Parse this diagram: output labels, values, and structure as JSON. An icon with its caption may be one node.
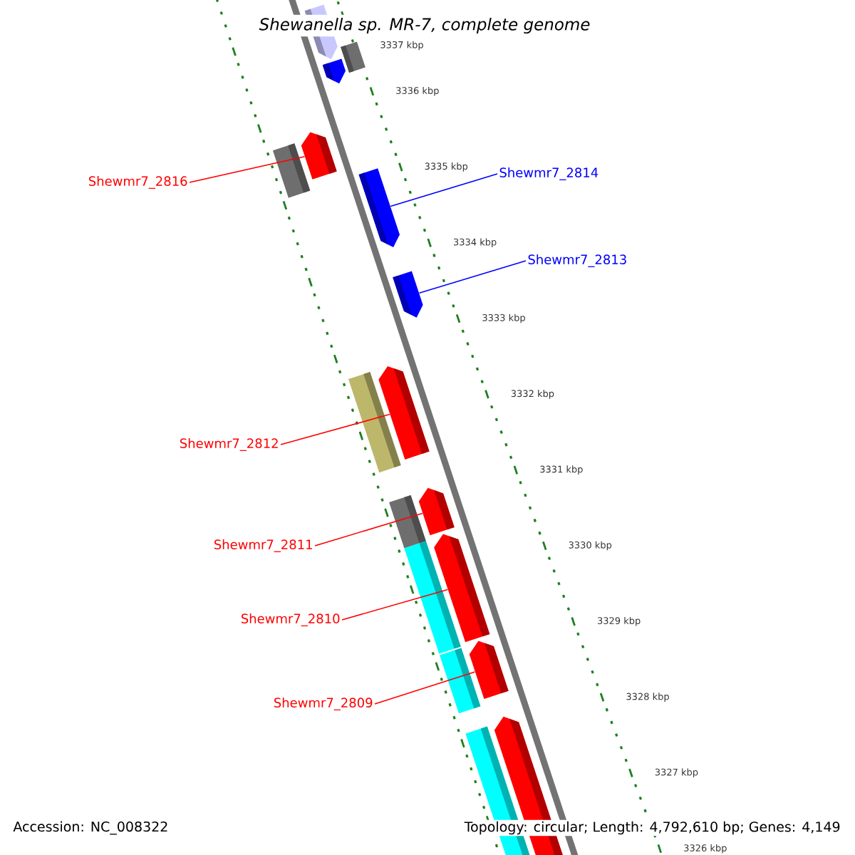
{
  "diagram": {
    "title": "Shewanella sp. MR-7, complete genome",
    "nodes": [
      {
        "text": [
          "Shewmr7_2814"
        ]
      },
      {
        "text": [
          "Shewmr7_2816"
        ]
      },
      {
        "text": [
          "Shewmr7_2813"
        ]
      },
      {
        "text": [
          "Shewmr7_2812"
        ]
      },
      {
        "text": [
          "Shewmr7_2811"
        ]
      },
      {
        "text": [
          "Shewmr7_2810"
        ]
      },
      {
        "text": [
          "Shewmr7_2809"
        ]
      },
      {
        "text": [],
        "shape": "bar"
      },
      {
        "text": [],
        "shape": "bar"
      },
      {
        "text": [],
        "shape": "bar"
      },
      {
        "text": [],
        "shape": "bar"
      },
      {
        "text": [],
        "shape": "bar"
      },
      {
        "text": [],
        "shape": "bar"
      },
      {
        "text": [],
        "shape": "bar"
      }
    ],
    "edges": [
      {
        "from": 0,
        "to": 8,
        "arrow": "none",
        "color": "#0000ff"
      },
      {
        "from": 1,
        "to": 7,
        "arrow": "none"
      },
      {
        "from": 2,
        "to": 9,
        "arrow": "none",
        "color": "#0000ff"
      },
      {
        "from": 3,
        "to": 10,
        "arrow": "none"
      },
      {
        "from": 4,
        "to": 11,
        "arrow": "none"
      },
      {
        "from": 5,
        "to": 12,
        "arrow": "none"
      },
      {
        "from": 6,
        "to": 13,
        "arrow": "none"
      }
    ],
    "labels": [
      "3337 kbp",
      "3336 kbp",
      "3335 kbp",
      "3334 kbp",
      "3333 kbp",
      "3332 kbp",
      "3331 kbp",
      "3330 kbp",
      "3329 kbp",
      "3328 kbp",
      "3327 kbp",
      "3326 kbp",
      "Accession: NC_008322",
      "Topology: circular; Length: 4,792,610 bp; Genes: 4,149"
    ]
  }
}
